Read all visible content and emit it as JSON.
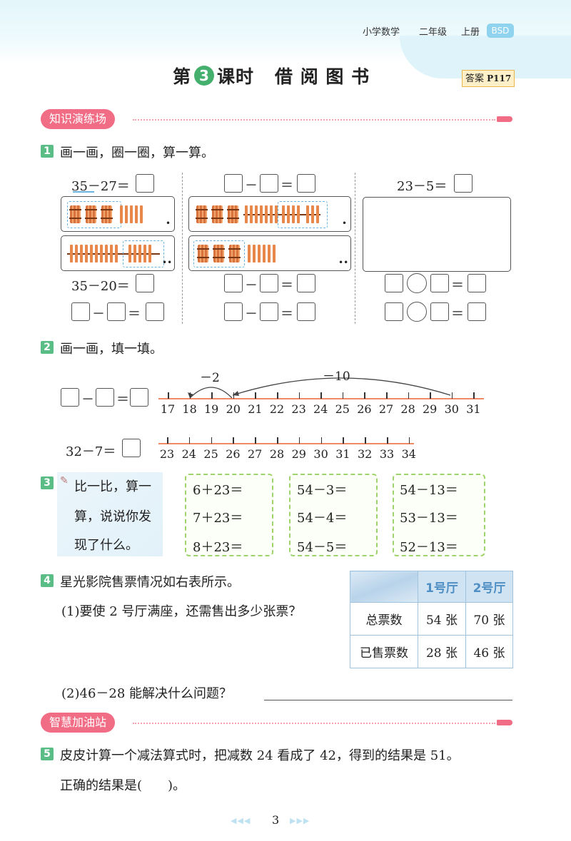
{
  "header": {
    "subject": "小学数学",
    "grade": "二年级",
    "volume": "上册",
    "edition": "BSD"
  },
  "title": {
    "prefix": "第",
    "lesson_number": "3",
    "suffix": "课时",
    "name": "借 阅 图 书"
  },
  "answer_ref": {
    "label": "答案",
    "page": "P117"
  },
  "sections": {
    "practice": "知识演练场",
    "boost": "智慧加油站"
  },
  "q1": {
    "number": "1",
    "text": "画一画，圈一圈，算一算。",
    "col1_top": "35－27＝",
    "col1_mid": "35－20＝",
    "col3_top": "23－5＝",
    "minus": "－",
    "equals": "＝"
  },
  "q2": {
    "number": "2",
    "text": "画一画，填一填。",
    "arc_small": "－2",
    "arc_large": "－10",
    "line1": [
      "17",
      "18",
      "19",
      "20",
      "21",
      "22",
      "23",
      "24",
      "25",
      "26",
      "27",
      "28",
      "29",
      "30",
      "31"
    ],
    "expr2": "32－7＝",
    "line2": [
      "23",
      "24",
      "25",
      "26",
      "27",
      "28",
      "29",
      "30",
      "31",
      "32",
      "33",
      "34"
    ]
  },
  "q3": {
    "number": "3",
    "prompt_line1": "比一比，算一",
    "prompt_line2": "算，说说你发",
    "prompt_line3": "现了什么。",
    "group1": [
      "6＋23＝",
      "7＋23＝",
      "8＋23＝"
    ],
    "group2": [
      "54－3＝",
      "54－4＝",
      "54－5＝"
    ],
    "group3": [
      "54－13＝",
      "53－13＝",
      "52－13＝"
    ]
  },
  "q4": {
    "number": "4",
    "text": "星光影院售票情况如右表所示。",
    "part1": "(1)要使 2 号厅满座，还需售出多少张票？",
    "part2": "(2)46－28 能解决什么问题？",
    "table": {
      "col1": "1号厅",
      "col2": "2号厅",
      "rows": [
        {
          "label": "总票数",
          "v1": "54 张",
          "v2": "70 张"
        },
        {
          "label": "已售票数",
          "v1": "28 张",
          "v2": "46 张"
        }
      ]
    }
  },
  "q5": {
    "number": "5",
    "line1": "皮皮计算一个减法算式时，把减数 24 看成了 42，得到的结果是 51。",
    "line2": "正确的结果是(　　)。"
  },
  "footer": {
    "page": "3",
    "left_arrows": "◀◀◀",
    "right_arrows": "▶▶▶"
  },
  "colors": {
    "section": "#f06d85",
    "question_badge": "#5bbd86",
    "lesson_badge": "#45b06e",
    "number_line": "#f08a66"
  }
}
